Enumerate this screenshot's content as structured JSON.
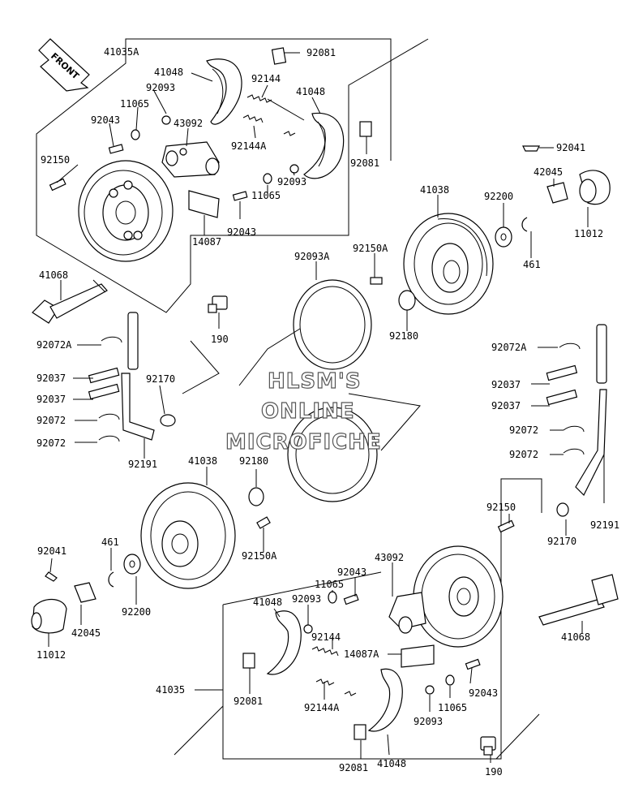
{
  "front_label": "FRONT",
  "watermark": [
    "HLSM'S",
    "ONLINE",
    "MICROFICHE"
  ],
  "labels": {
    "p41035A": "41035A",
    "p41048_a": "41048",
    "p92093_a": "92093",
    "p11065_a": "11065",
    "p92043_a": "92043",
    "p43092_a": "43092",
    "p92150_a": "92150",
    "p92081_a": "92081",
    "p92144_a": "92144",
    "p41048_b": "41048",
    "p92144A_a": "92144A",
    "p92081_b": "92081",
    "p92093_b": "92093",
    "p11065_b": "11065",
    "p92043_b": "92043",
    "p14087": "14087",
    "p41068_a": "41068",
    "p190_a": "190",
    "p92041_a": "92041",
    "p42045_a": "42045",
    "p41038_a": "41038",
    "p92200_a": "92200",
    "p11012_a": "11012",
    "p92150A_a": "92150A",
    "p461_a": "461",
    "p92093A": "92093A",
    "p92180_a": "92180",
    "p92072A_a": "92072A",
    "p92037_a": "92037",
    "p92037_b": "92037",
    "p92170_a": "92170",
    "p92072_a": "92072",
    "p92072_b": "92072",
    "p92191_a": "92191",
    "p92072A_b": "92072A",
    "p92037_c": "92037",
    "p92037_d": "92037",
    "p92072_c": "92072",
    "p92072_d": "92072",
    "p41038_b": "41038",
    "p92180_b": "92180",
    "p92150A_b": "92150A",
    "p92041_b": "92041",
    "p461_b": "461",
    "p92200_b": "92200",
    "p42045_b": "42045",
    "p11012_b": "11012",
    "p92150_b": "92150",
    "p92170_b": "92170",
    "p92191_b": "92191",
    "p43092_b": "43092",
    "p92043_c": "92043",
    "p11065_c": "11065",
    "p92093_c": "92093",
    "p41048_c": "41048",
    "p92144_b": "92144",
    "p14087A": "14087A",
    "p41035": "41035",
    "p92081_c": "92081",
    "p92144A_b": "92144A",
    "p41068_b": "41068",
    "p92043_d": "92043",
    "p11065_d": "11065",
    "p92093_d": "92093",
    "p92081_d": "92081",
    "p41048_d": "41048",
    "p190_b": "190"
  }
}
